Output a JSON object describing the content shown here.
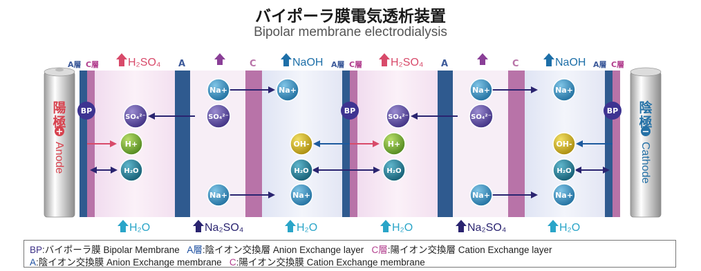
{
  "title": "バイポーラ膜電気透析装置",
  "subtitle": "Bipolar membrane electrodialysis",
  "colors": {
    "anion_membrane": "#2f5a8f",
    "cation_membrane": "#b873a8",
    "bp_badge": "#3d3391",
    "arrow_pink": "#d84a6a",
    "arrow_navy": "#2a2470",
    "arrow_cyan": "#2aa5c8",
    "arrow_purple": "#8a3f97",
    "ion_blue": "#1f6e9e",
    "ion_purple": "#4b3b8c",
    "ion_green": "#5a8f24",
    "ion_yellow": "#b59a12",
    "ion_teal": "#17687d",
    "anode_red": "#d7424e",
    "cathode_blue": "#2571a6"
  },
  "labels": {
    "a_layer": "A層",
    "c_layer": "C層",
    "a": "A",
    "c": "C",
    "bp": "BP",
    "h2so4": "H₂SO₄",
    "naoh": "NaOH",
    "h2o": "H₂O",
    "na2so4": "Na₂SO₄",
    "na": "Na+",
    "so4": "SO₄²⁻",
    "h": "H+",
    "oh": "OH-",
    "h2o_ion": "H₂O"
  },
  "anode": {
    "jp": "陽極",
    "sign": "+",
    "en": "Anode"
  },
  "cathode": {
    "jp": "陰極",
    "sign": "−",
    "en": "Cathode"
  },
  "legend": {
    "bp_key": "BP",
    "bp_text": ":バイポーラ膜 Bipolar Membrane",
    "a_layer_key": "A層",
    "a_layer_text": ":陰イオン交換層 Anion Exchange layer",
    "c_layer_key": "C層",
    "c_layer_text": ":陽イオン交換層 Cation Exchange layer",
    "a_key": "A",
    "a_text": ":陰イオン交換膜 Anion Exchange membrane",
    "c_key": "C",
    "c_text": ":陽イオン交換膜 Cation Exchange membrane"
  }
}
